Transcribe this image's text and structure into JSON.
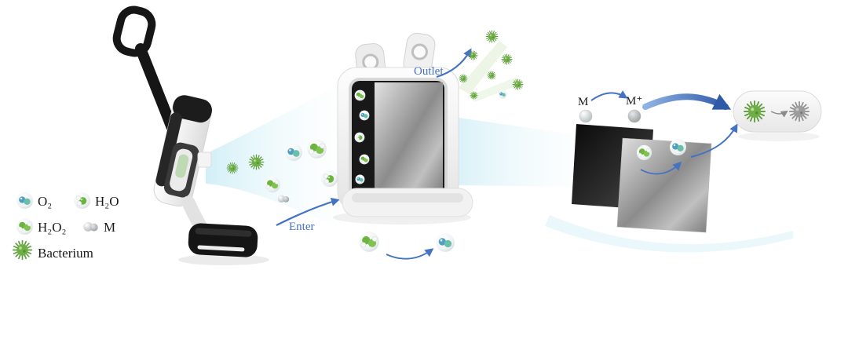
{
  "legend": {
    "items": [
      {
        "id": "o2",
        "label": "O₂"
      },
      {
        "id": "h2o",
        "label": "H₂O"
      },
      {
        "id": "h2o2",
        "label": "H₂O₂"
      },
      {
        "id": "m",
        "label": "M"
      },
      {
        "id": "bacterium",
        "label": "Bacterium"
      }
    ]
  },
  "flow_labels": {
    "enter": "Enter",
    "outlet": "Outlet"
  },
  "reaction_labels": {
    "metal": "M",
    "metal_ion": "M⁺"
  },
  "colors": {
    "arrow_blue": "#4472c4",
    "spray_cyan": "#bde7f2",
    "molecule_green": "#6cb33f",
    "bacterium_green": "#5f9e3e",
    "bacterium_inactivated": "#9d9d9d",
    "text_black": "#1a1a1a"
  }
}
